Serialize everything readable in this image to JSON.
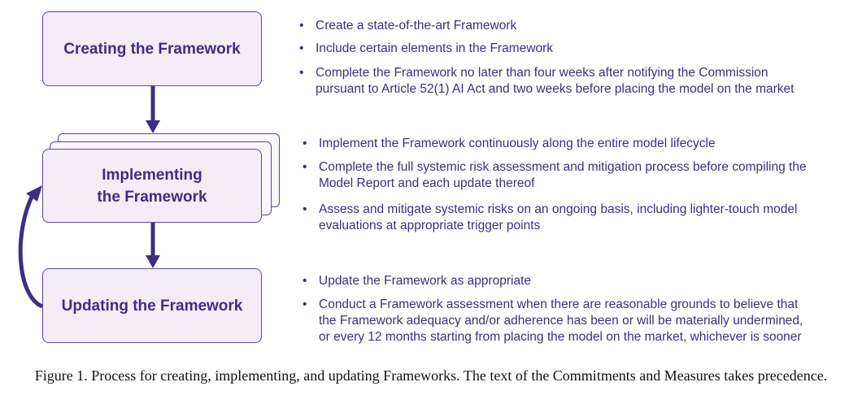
{
  "stages": [
    {
      "label": "Creating the Framework",
      "bullets": [
        "Create a state-of-the-art Framework",
        "Include certain elements in the Framework",
        "Complete the Framework no later than four weeks after notifying the Commission|pursuant to Article 52(1) AI Act and two weeks before placing the model on the market"
      ]
    },
    {
      "label": "Implementing the Framework",
      "bullets": [
        "Implement the Framework continuously along the entire model lifecycle",
        "Complete the full systemic risk assessment and mitigation process before compiling the|Model Report and each update thereof",
        "Assess and mitigate systemic risks on an ongoing basis, including lighter-touch model|evaluations at appropriate trigger points"
      ]
    },
    {
      "label": "Updating the Framework",
      "bullets": [
        "Update the Framework as appropriate",
        "Conduct a Framework assessment when there are reasonable grounds to believe that|the Framework adequacy and/or adherence has been or will be materially undermined,|or every 12 months starting from placing the model on the market, whichever is sooner"
      ]
    }
  ],
  "bullet_symbol": "•",
  "caption": "Figure 1. Process for creating, implementing, and updating Frameworks. The text of the Commitments and Measures takes precedence.",
  "colors": {
    "accent": "#3f2d85",
    "box_fill": "#f4ecf7"
  }
}
